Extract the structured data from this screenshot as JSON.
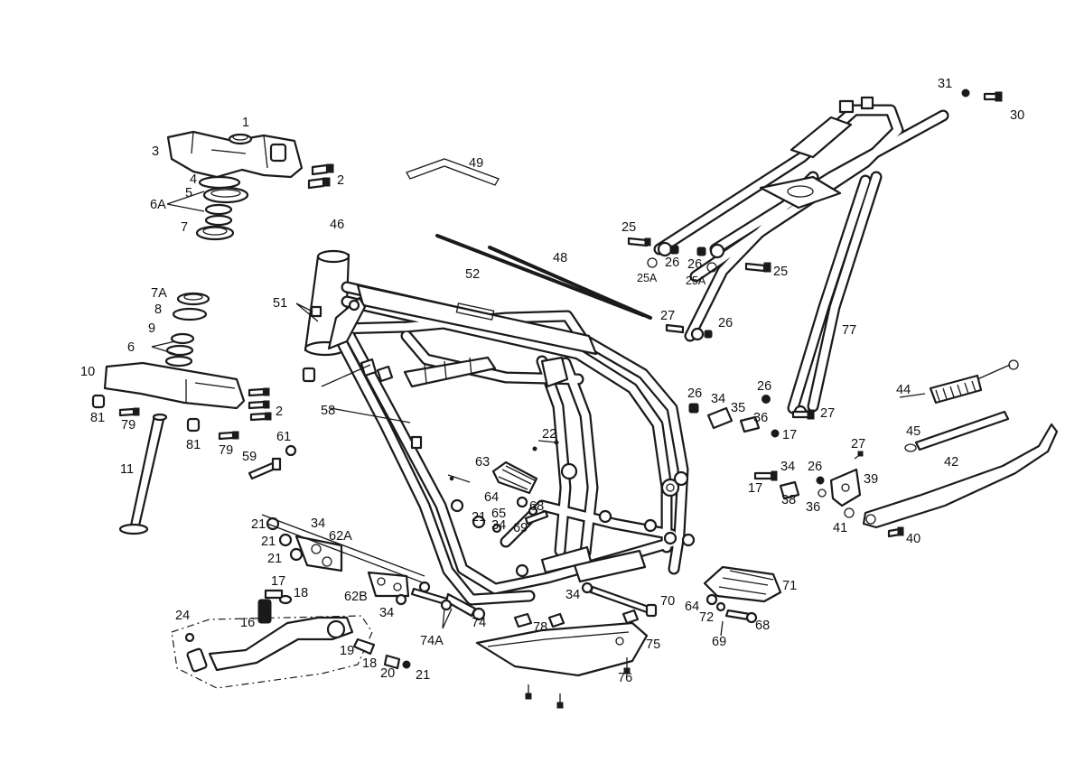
{
  "colors": {
    "line": "#1a1a1a",
    "background": "#ffffff"
  },
  "labels": {
    "l1": "1",
    "l2a": "2",
    "l2b": "2",
    "l3": "3",
    "l4": "4",
    "l5": "5",
    "l6A": "6A",
    "l7": "7",
    "l7A": "7A",
    "l8": "8",
    "l9": "9",
    "l6": "6",
    "l10": "10",
    "l81a": "81",
    "l79a": "79",
    "l81b": "81",
    "l79b": "79",
    "l11": "11",
    "l59": "59",
    "l61": "61",
    "l46": "46",
    "l49": "49",
    "l51": "51",
    "l52": "52",
    "l48": "48",
    "l58": "58",
    "l22": "22",
    "l63": "63",
    "l64a": "64",
    "l65": "65",
    "l68a": "68",
    "l21a": "21",
    "l34a": "34",
    "l69a": "69",
    "l21b": "21",
    "l34b": "34",
    "l21c": "21",
    "l62A": "62A",
    "l21d": "21",
    "l17a": "17",
    "l18a": "18",
    "l62B": "62B",
    "l34c": "34",
    "l74": "74",
    "l74A": "74A",
    "l24": "24",
    "l16": "16",
    "l19": "19",
    "l18b": "18",
    "l20": "20",
    "l21e": "21",
    "l78": "78",
    "l75": "75",
    "l76": "76",
    "l34d": "34",
    "l70": "70",
    "l64b": "64",
    "l72": "72",
    "l68b": "68",
    "l69b": "69",
    "l71": "71",
    "l31": "31",
    "l30": "30",
    "l25a": "25",
    "l26a": "26",
    "l26b": "26",
    "l25b": "25",
    "l25Aa": "25A",
    "l25Ab": "25A",
    "l27a": "27",
    "l26c": "26",
    "l77": "77",
    "l26d": "26",
    "l34e": "34",
    "l35": "35",
    "l26e": "26",
    "l36a": "36",
    "l27b": "27",
    "l17b": "17",
    "l44": "44",
    "l45": "45",
    "l27c": "27",
    "l34f": "34",
    "l26f": "26",
    "l39": "39",
    "l17c": "17",
    "l38": "38",
    "l36b": "36",
    "l42": "42",
    "l41": "41",
    "l40": "40"
  }
}
